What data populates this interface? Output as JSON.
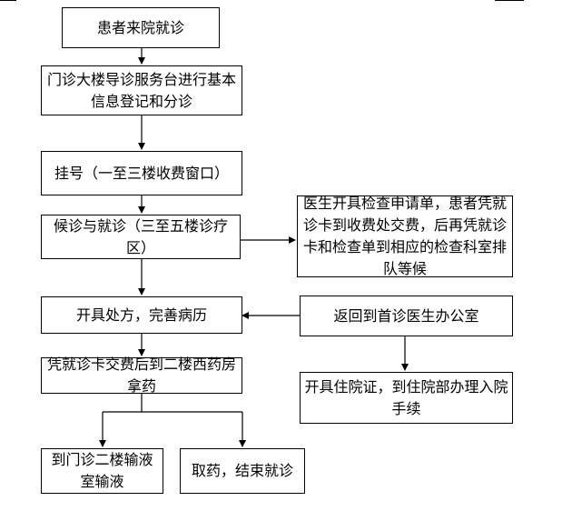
{
  "nodes": {
    "n1": "患者来院就诊",
    "n2": "门诊大楼导诊服务台进行基本信息登记和分诊",
    "n3": "挂号（一至三楼收费窗口）",
    "n4": "候诊与就诊（三至五楼诊疗区）",
    "n5": "医生开具检查申请单，患者凭就诊卡到收费处交费，后再凭就诊卡和检查单到相应的检查科室排队等候",
    "n6": "开具处方，完善病历",
    "n7": "返回到首诊医生办公室",
    "n8": "凭就诊卡交费后到二楼西药房拿药",
    "n9": "开具住院证，到住院部办理入院手续",
    "n10": "到门诊二楼输液室输液",
    "n11": "取药，结束就诊"
  }
}
